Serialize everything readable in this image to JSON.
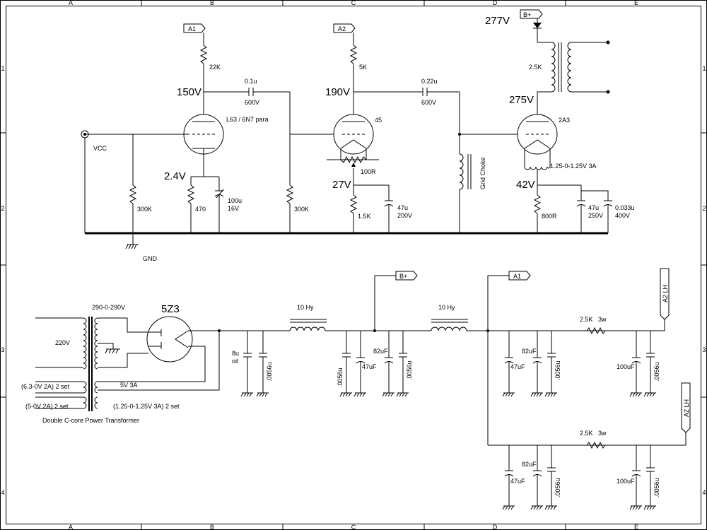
{
  "grid": {
    "columns": [
      "A",
      "B",
      "C",
      "D",
      "E"
    ],
    "rows": [
      "1",
      "2",
      "3",
      "4"
    ]
  },
  "tags": {
    "a1": "A1",
    "a2": "A2",
    "bplus": "B+"
  },
  "labels": {
    "vcc": "VCC",
    "gnd": "GND",
    "stage1_tube": "L63 / 6N7 para",
    "stage2_tube": "45",
    "output_tube": "2A3",
    "grid_choke": "Grid Choke",
    "output_filament": "1.25-0-1.25V 3A"
  },
  "voltages": {
    "v150": "150V",
    "v24": "2.4V",
    "v190": "190V",
    "v27": "27V",
    "v277": "277V",
    "v275": "275V",
    "v42": "42V"
  },
  "components": {
    "r22k": "22K",
    "r5k": "5K",
    "r300k_a": "300K",
    "r300k_b": "300K",
    "r470": "470",
    "r100r": "100R",
    "r1k5": "1.5K",
    "r800r": "800R",
    "xfmr_25k": "2.5K",
    "c01u_val": "0.1u",
    "c01u_v": "600V",
    "c022u_val": "0.22u",
    "c022u_v": "600V",
    "c100u_val": "100u",
    "c100u_v": "16V",
    "c47u_val": "47u",
    "c47u_v": "200V",
    "c47u2_val": "47u",
    "c47u2_v": "250V",
    "c0033_val": "0.033u",
    "c0033_v": "400V"
  },
  "psu": {
    "rectifier": "5Z3",
    "primary": "220V",
    "secondary_hv": "290-0-290V",
    "w63": "(6.3-0V 2A) 2 set",
    "w5": "(5-0V 2A) 2 set",
    "w5v3a": "5V 3A",
    "w125": "(1.25-0-1.25V 3A) 2 set",
    "transformer": "Double C-core Power Transformer",
    "choke1": "10 Hy",
    "choke2": "10 Hy",
    "c8u": "8u",
    "c8u_type": "oil",
    "cap0056": ".0056u",
    "cap47uF": "47uF",
    "cap82uF": "82uF",
    "cap100uF": "100uF",
    "res_ch": "2.5K",
    "res_w": "3w",
    "out_l": "A2 LH",
    "out_r": "A2 LH"
  }
}
